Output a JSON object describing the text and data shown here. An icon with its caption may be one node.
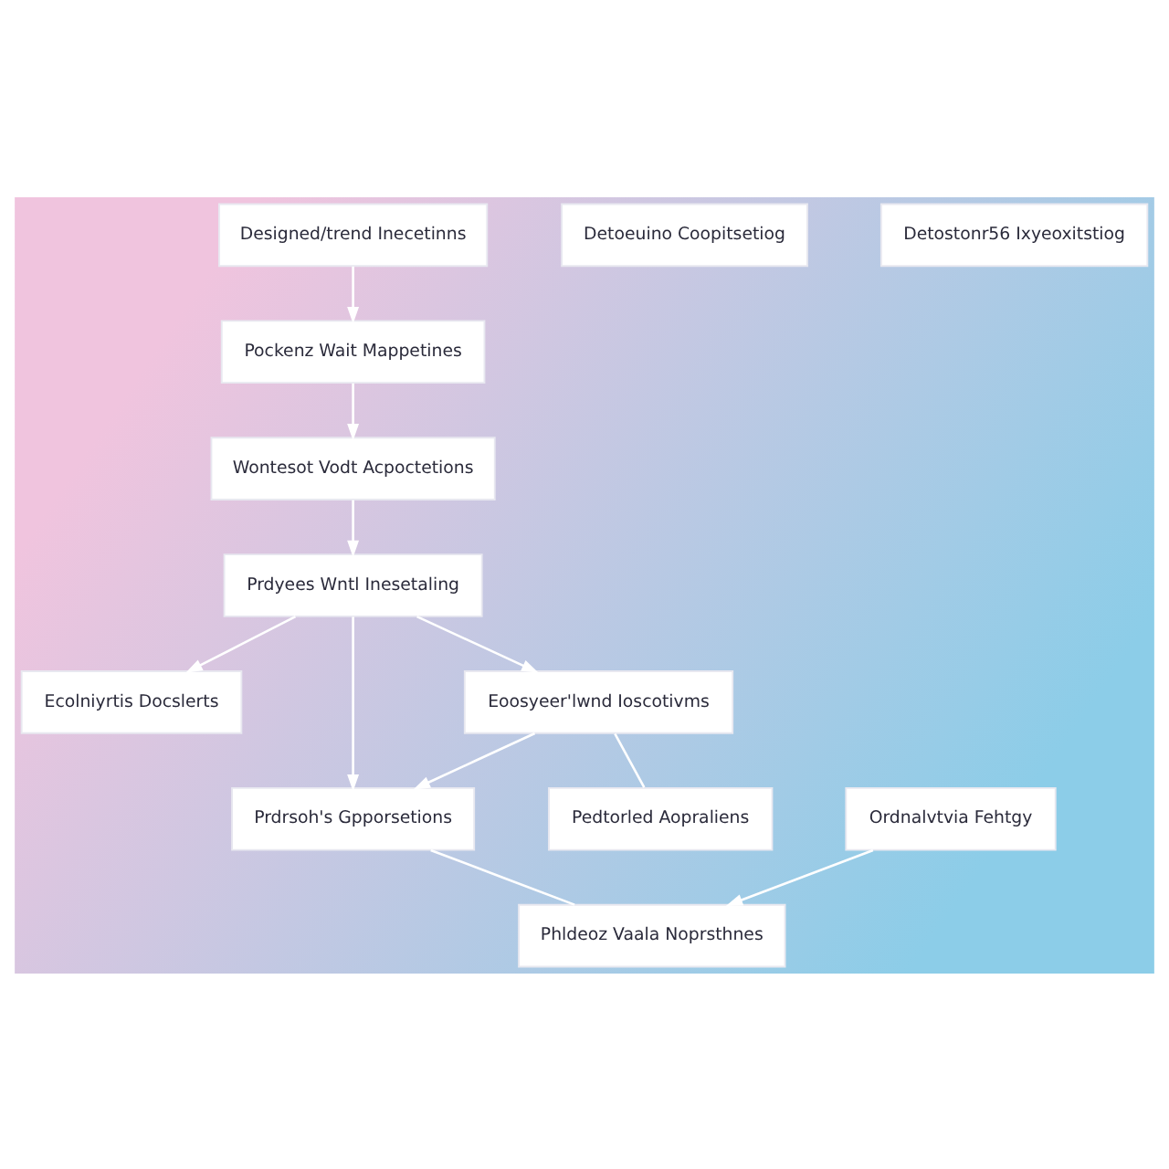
{
  "diagram": {
    "nodes": [
      {
        "text": [
          "Designed/trend Inecetinns"
        ]
      },
      {
        "text": [
          "Pockenz Wait Mappetines"
        ]
      },
      {
        "text": [
          "Wontesot Vodt Acpoctetions"
        ]
      },
      {
        "text": [
          "Prdyees Wntl Inesetaling"
        ]
      },
      {
        "text": [
          "Detoeuino Coopitsetiog"
        ]
      },
      {
        "text": [
          "Ecolniyrtis Docslerts"
        ]
      },
      {
        "text": [
          "Prdrsoh's Gpporsetions"
        ]
      },
      {
        "text": [
          "Eoosyeer'lwnd Ioscotivms"
        ]
      },
      {
        "text": [
          "Detostonr56 Ixyeoxitstiog"
        ]
      },
      {
        "text": [
          "Ordnalvtvia Fehtgy"
        ]
      },
      {
        "text": [
          "Phldeoz Vaala Noprsthnes"
        ]
      },
      {
        "text": [
          "Pedtorled Aopraliens"
        ]
      }
    ],
    "edges": [
      {
        "from": 0,
        "to": 1,
        "arrow": "to"
      },
      {
        "from": 1,
        "to": 2,
        "arrow": "to"
      },
      {
        "from": 2,
        "to": 3,
        "arrow": "to"
      },
      {
        "from": 3,
        "to": 5,
        "arrow": "to"
      },
      {
        "from": 3,
        "to": 6,
        "arrow": "to"
      },
      {
        "from": 3,
        "to": 7,
        "arrow": "to"
      },
      {
        "from": 7,
        "to": 6,
        "arrow": "to"
      },
      {
        "from": 6,
        "to": 10,
        "arrow": "none"
      },
      {
        "from": 7,
        "to": 11,
        "arrow": "none"
      },
      {
        "from": 9,
        "to": 10,
        "arrow": "to"
      }
    ]
  }
}
